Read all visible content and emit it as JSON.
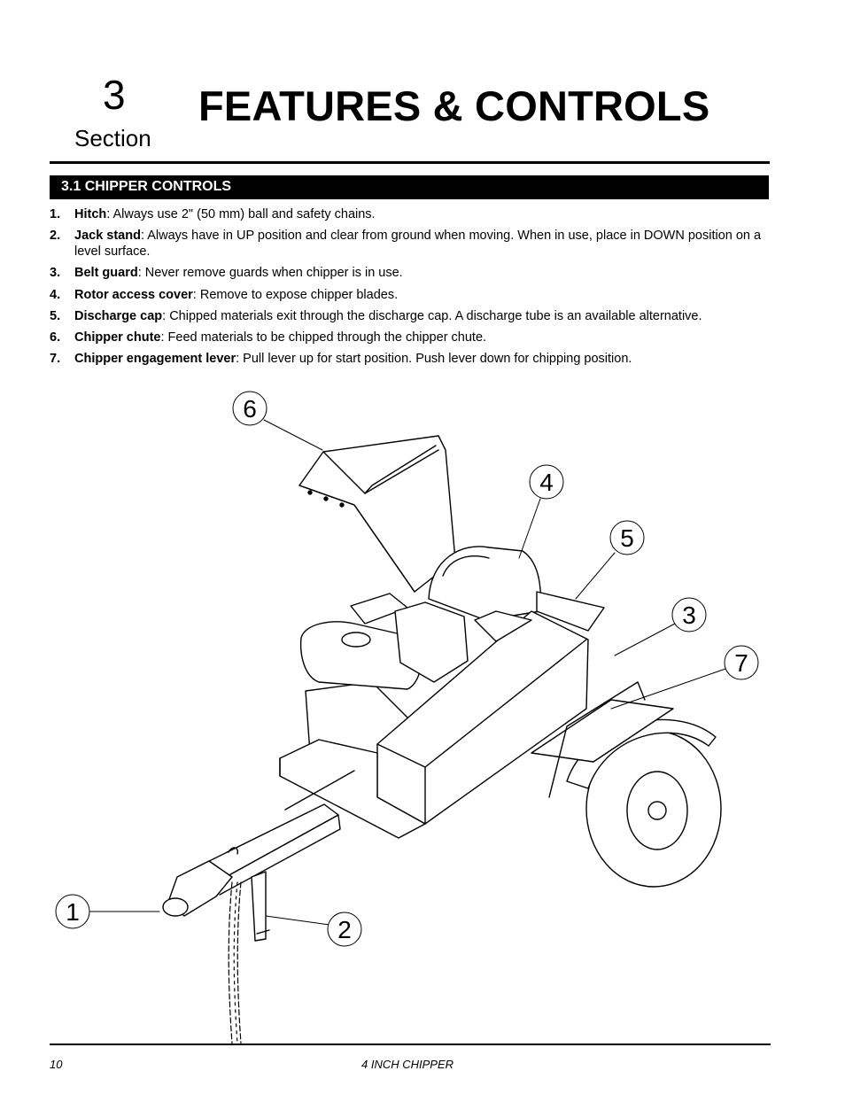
{
  "header": {
    "section_number": "3",
    "section_word": "Section",
    "title": "FEATURES & CONTROLS"
  },
  "subsection": {
    "title": "3.1  CHIPPER CONTROLS"
  },
  "items": [
    {
      "num": "1.",
      "term": "Hitch",
      "text": ": Always use 2\" (50 mm) ball and safety chains."
    },
    {
      "num": "2.",
      "term": "Jack stand",
      "text": ": Always have in UP position and clear from ground when moving. When in use, place in DOWN position on a level surface."
    },
    {
      "num": "3.",
      "term": "Belt guard",
      "text": ": Never remove guards when chipper is in use."
    },
    {
      "num": "4.",
      "term": "Rotor access cover",
      "text": ": Remove to expose chipper blades."
    },
    {
      "num": "5.",
      "term": "Discharge cap",
      "text": ": Chipped materials exit through the discharge cap. A discharge tube is an available alternative."
    },
    {
      "num": "6.",
      "term": "Chipper chute",
      "text": ": Feed materials to be chipped through the chipper chute."
    },
    {
      "num": "7.",
      "term": "Chipper engagement lever",
      "text": ": Pull lever up for start position. Push lever down for chipping position."
    }
  ],
  "callouts": [
    "6",
    "4",
    "5",
    "3",
    "7",
    "1",
    "2"
  ],
  "footer": {
    "page_number": "10",
    "doc_title": "4 INCH CHIPPER"
  }
}
